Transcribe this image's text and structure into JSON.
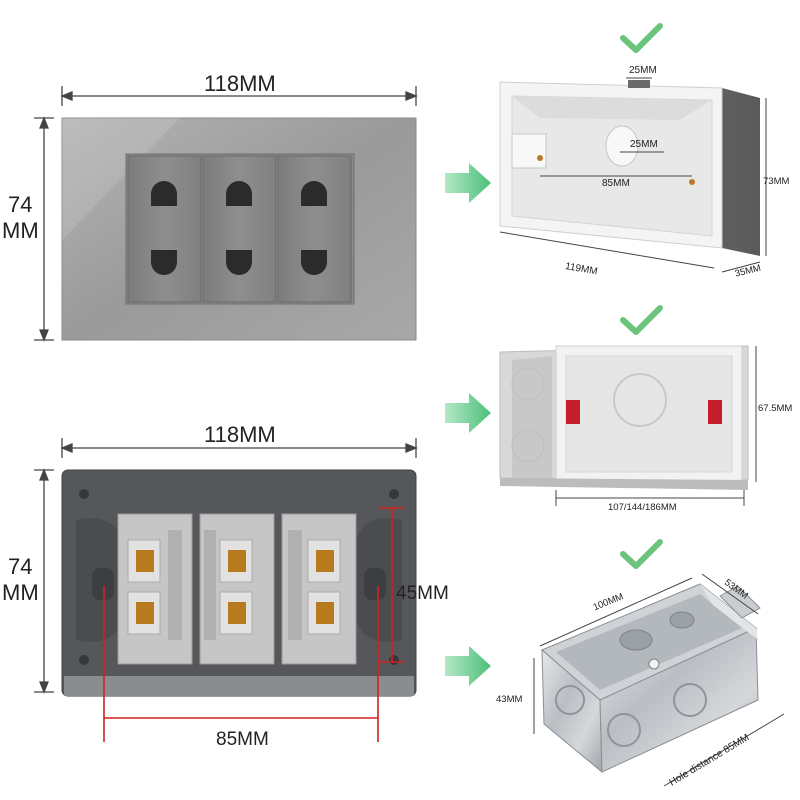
{
  "front_panel": {
    "width_label": "118MM",
    "height_label_top": "74",
    "height_label_bottom": "MM"
  },
  "back_panel": {
    "width_label": "118MM",
    "height_label_top": "74",
    "height_label_bottom": "MM",
    "vertical_hole_label": "45MM",
    "horizontal_hole_label": "85MM"
  },
  "box_plastic_a": {
    "top_slot": "25MM",
    "inner_slot": "25MM",
    "hole_distance": "85MM",
    "height": "73MM",
    "width": "119MM",
    "depth": "35MM"
  },
  "box_plastic_b": {
    "height": "67.5MM",
    "width": "107/144/186MM"
  },
  "box_metal": {
    "width": "100MM",
    "depth": "53MM",
    "height": "43MM",
    "hole_distance": "Hole distance 85MM"
  },
  "colors": {
    "check": "#6cc47c",
    "arrow": "#68c690",
    "glass_panel": "#9c9c9c",
    "socket_module": "#8a8a8a",
    "back_panel": "#55575b",
    "red_line": "#d42020"
  }
}
